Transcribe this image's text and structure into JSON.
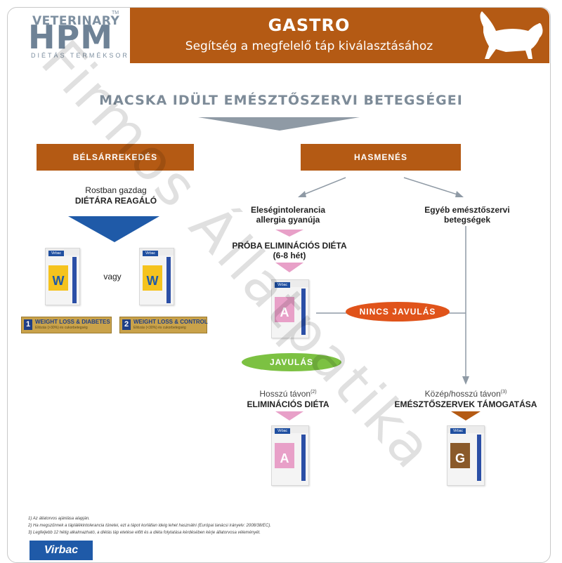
{
  "logo": {
    "brand": "VETERINARY",
    "tm": "TM",
    "main": "HPM",
    "sub": "DIÉTÁS TERMÉKSOR"
  },
  "header": {
    "title": "GASTRO",
    "subtitle": "Segítség a megfelelő táp kiválasztásához",
    "icon": "cat-icon"
  },
  "main_title": "MACSKA IDÜLT EMÉSZTŐSZERVI BETEGSÉGEI",
  "left": {
    "box": "BÉLSÁRREKEDÉS",
    "line1": "Rostban gazdag",
    "line2": "DIÉTÁRA REAGÁLÓ",
    "or_text": "vagy",
    "products": [
      {
        "num": "1",
        "name": "WEIGHT LOSS & DIABETES",
        "desc": "Ellózás (>30%) és cukorbetegség",
        "letter": "W"
      },
      {
        "num": "2",
        "name": "WEIGHT LOSS & CONTROL",
        "desc": "Ellózás (<30%) és cukorbetegség",
        "letter": "W"
      }
    ]
  },
  "right": {
    "box": "HASMENÉS",
    "branch_a": {
      "line1": "Eleségintolerancia",
      "line2": "allergia gyanúja"
    },
    "branch_b": {
      "line1": "Egyéb emésztőszervi",
      "line2": "betegségek"
    },
    "trial": {
      "line1": "PRÓBA ELIMINÁCIÓS DIÉTA",
      "line2": "(6-8 hét)"
    },
    "no_improve": "NINCS JAVULÁS",
    "improve": "JAVULÁS",
    "long_term": {
      "pre": "Hosszú távon",
      "sup": "(2)",
      "main": "ELIMINÁCIÓS DIÉTA"
    },
    "mid_term": {
      "pre": "Közép/hosszú távon",
      "sup": "(3)",
      "main": "EMÉSZTŐSZERVEK TÁMOGATÁSA"
    },
    "bag_a_letter": "A",
    "bag_g_letter": "G"
  },
  "bag_brand": "Virbac",
  "footnotes": [
    "1) Az állatorvos ajánlása alapján.",
    "2) Ha megszűnnek a táplálékintolerancia tünetei, ezt a tápot korlátlan ideig lehet használni (Európai tanácsi irányelv: 2008/38/EC).",
    "3) Legfeljebb 12 hétig alkalmazható, a diétás táp etetése előtt és a diéta folytatása kérdésében kérje állatorvosa véleményét."
  ],
  "company": "Virbac",
  "watermark": "Firmos Állatpatika",
  "colors": {
    "brown": "#b45a14",
    "grey_blue": "#7d8b98",
    "blue": "#1f5aa8",
    "pink": "#e8a0c8",
    "red_orange": "#e0531a",
    "green": "#7cc142",
    "gold": "#c9a24a"
  }
}
